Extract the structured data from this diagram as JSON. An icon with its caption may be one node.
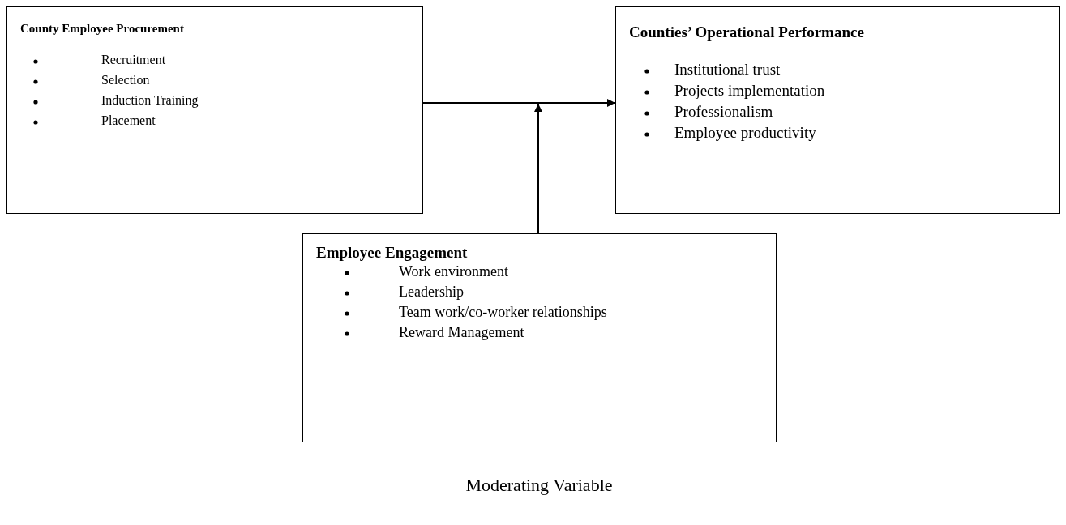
{
  "diagram": {
    "nodes": [
      {
        "text": [
          "County Employee Procurement",
          "Recruitment",
          "Selection",
          "Induction Training",
          "Placement"
        ]
      },
      {
        "text": [
          "Counties’ Operational Performance",
          "Institutional trust",
          "Projects implementation",
          "Professionalism",
          "Employee productivity"
        ]
      },
      {
        "text": [
          "Employee Engagement",
          "Work environment",
          "Leadership",
          "Team work/co-worker relationships",
          "Reward Management"
        ]
      }
    ],
    "edges": [
      {
        "from": 0,
        "to": 1,
        "arrow": "to"
      },
      {
        "from": 2,
        "to": null,
        "arrow": "to"
      }
    ],
    "labels": [
      "Moderating Variable"
    ]
  }
}
